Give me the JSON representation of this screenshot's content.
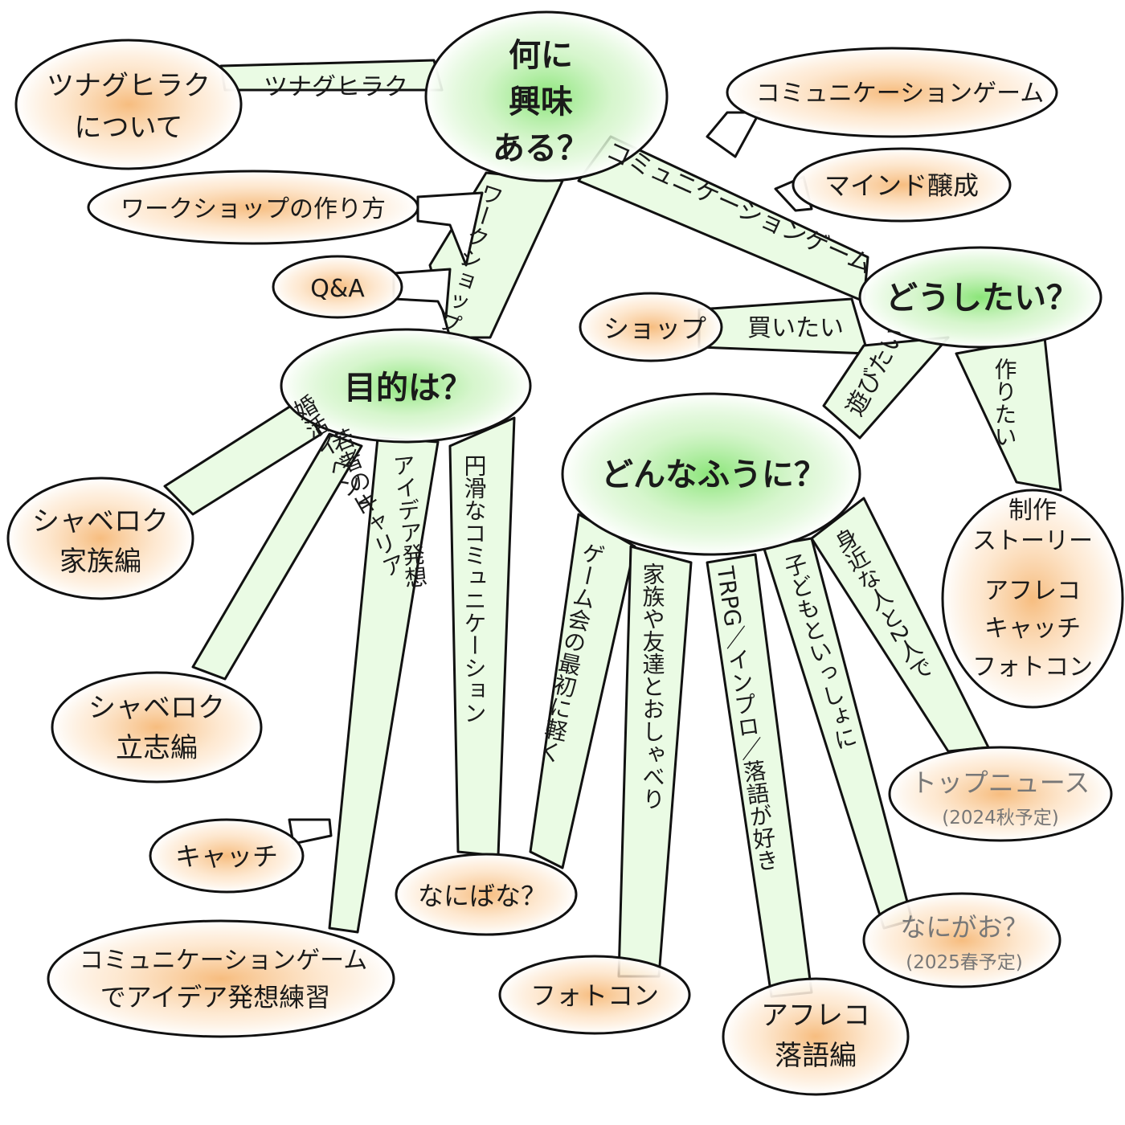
{
  "center": {
    "line1": "何に",
    "line2": "興味",
    "line3": "ある？"
  },
  "hubs": {
    "purpose": "目的は？",
    "how": "どんなふうに？",
    "want": "どうしたい？"
  },
  "branches": {
    "tsunagu": "ツナグヒラク",
    "workshop": "ワークショップ",
    "commgame": "コミュニケーションゲーム",
    "buy": "買いたい",
    "play": "遊びたい",
    "make": "作りたい",
    "konkatsu": "婚活イベント",
    "career": "若者のキャリア",
    "idea": "アイデア発想",
    "smooth": "円滑なコミュニケーション",
    "gamekai": "ゲーム会の最初に軽く",
    "family": "家族や友達とおしゃべり",
    "trpg": "TRPG／インプロ／落語が好き",
    "kids": "子どもといっしょに",
    "close": "身近な人と2人で"
  },
  "leaves": {
    "tsunagu_about": {
      "line1": "ツナグヒラク",
      "line2": "について"
    },
    "ws_howto": "ワークショップの作り方",
    "qa": "Q&A",
    "commgame": "コミュニケーションゲーム",
    "mind": "マインド醸成",
    "shop": "ショップ",
    "family_ed": {
      "line1": "シャベロク",
      "line2": "家族編"
    },
    "career_ed": {
      "line1": "シャベロク",
      "line2": "立志編"
    },
    "catch": "キャッチ",
    "idea_practice": {
      "line1": "コミュニケーションゲーム",
      "line2": "でアイデア発想練習"
    },
    "nanibana": "なにばな？",
    "photocon": "フォトコン",
    "afureko_rakugo": {
      "line1": "アフレコ",
      "line2": "落語編"
    },
    "topnews": {
      "line1": "トップニュース",
      "line2": "(2024秋予定)"
    },
    "nanigao": {
      "line1": "なにがお？",
      "line2": "(2025春予定)"
    },
    "seisaku": {
      "line1": "制作",
      "line2": "ストーリー",
      "line3": "アフレコ",
      "line4": "キャッチ",
      "line5": "フォトコン"
    }
  },
  "colors": {
    "hub_glow": "#7ee26a",
    "leaf_glow": "#f6b978",
    "outline": "#111111"
  }
}
